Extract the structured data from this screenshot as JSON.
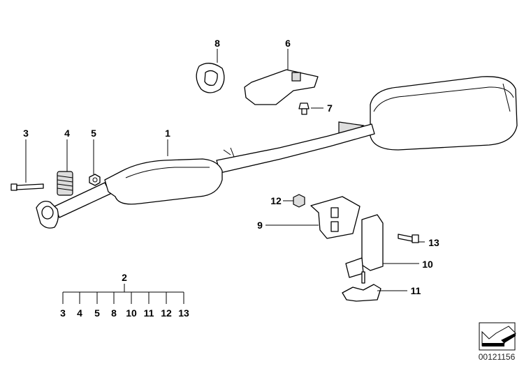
{
  "diagram": {
    "callouts": {
      "p1": "1",
      "p2": "2",
      "p3": "3",
      "p4": "4",
      "p5": "5",
      "p6": "6",
      "p7": "7",
      "p8": "8",
      "p9": "9",
      "p10": "10",
      "p11": "11",
      "p12": "12",
      "p13": "13"
    },
    "kit_group": {
      "label": "2",
      "items": [
        "3",
        "4",
        "5",
        "8",
        "10",
        "11",
        "12",
        "13"
      ]
    },
    "reference_number": "00121156",
    "nav_icon": "arrow-icon"
  }
}
